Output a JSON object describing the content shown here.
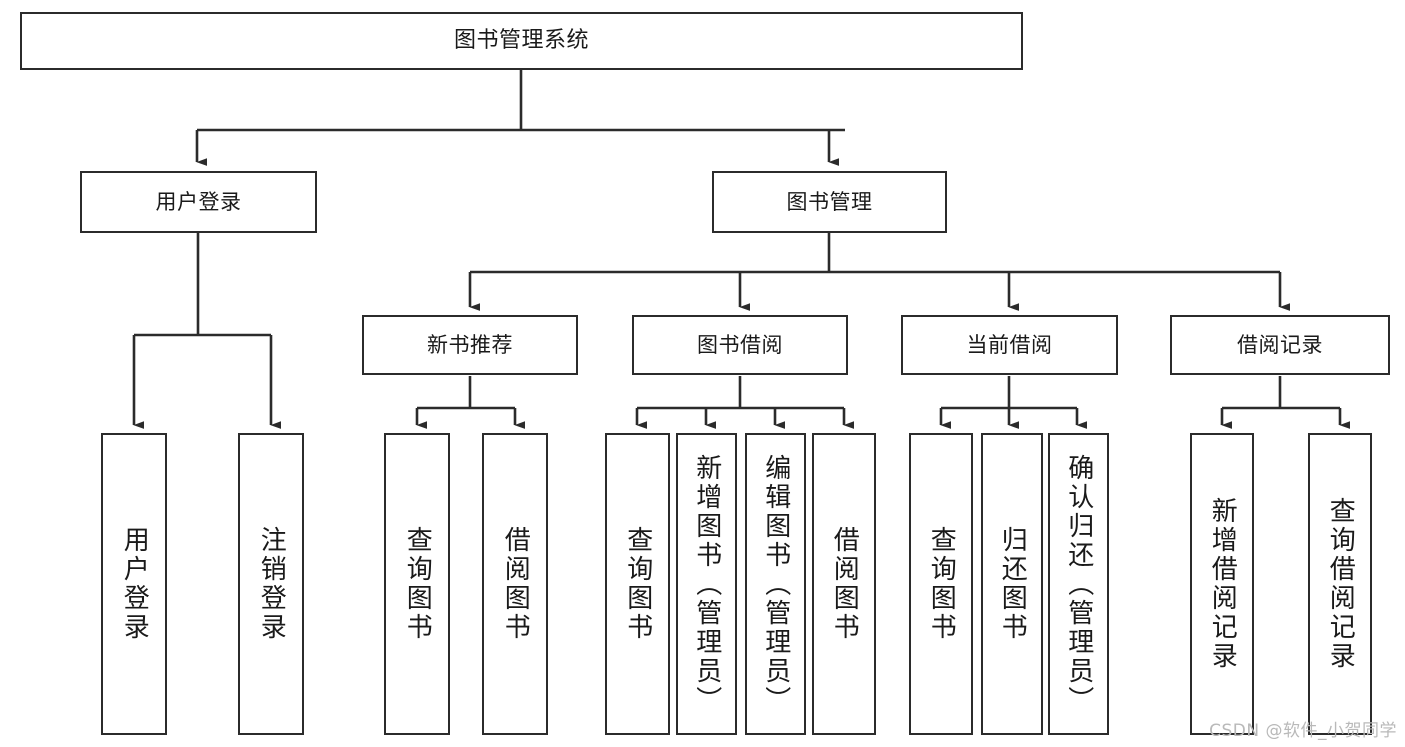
{
  "diagram": {
    "title_text": "图书管理系统",
    "type": "tree-hierarchy-diagram",
    "colors": {
      "box_border": "#2b2b2b",
      "box_fill": "#ffffff",
      "line": "#2b2b2b",
      "text": "#1a1a1a",
      "watermark": "#b9b9b9",
      "background": "#ffffff"
    },
    "watermark": "CSDN @软件_小贺同学",
    "nodes": {
      "root": {
        "label": "图书管理系统"
      },
      "level2": [
        {
          "label": "用户登录"
        },
        {
          "label": "图书管理"
        }
      ],
      "level3": [
        {
          "label": "新书推荐"
        },
        {
          "label": "图书借阅"
        },
        {
          "label": "当前借阅"
        },
        {
          "label": "借阅记录"
        }
      ],
      "leaves": {
        "user_login": [
          {
            "label": "用户登录"
          },
          {
            "label": "注销登录"
          }
        ],
        "new_book_recommend": [
          {
            "label": "查询图书"
          },
          {
            "label": "借阅图书"
          }
        ],
        "book_borrow": [
          {
            "label": "查询图书"
          },
          {
            "label": "新增图书（管理员）"
          },
          {
            "label": "编辑图书（管理员）"
          },
          {
            "label": "借阅图书"
          }
        ],
        "current_borrow": [
          {
            "label": "查询图书"
          },
          {
            "label": "归还图书"
          },
          {
            "label": "确认归还（管理员）"
          }
        ],
        "borrow_record": [
          {
            "label": "新增借阅记录"
          },
          {
            "label": "查询借阅记录"
          }
        ]
      }
    }
  }
}
